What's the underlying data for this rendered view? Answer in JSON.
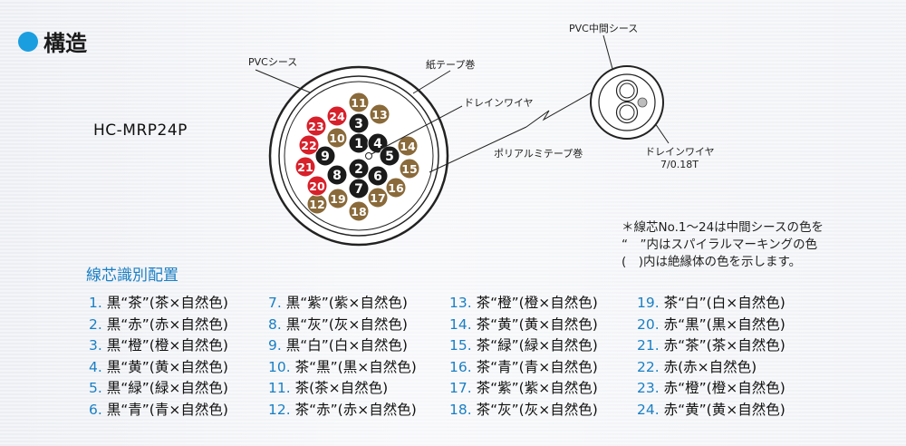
{
  "heading": "構造",
  "model": "HC-MRP24P",
  "labels": {
    "pvc_sheath": "PVCシース",
    "paper_tape": "紙テープ巻",
    "drain_wire": "ドレインワイヤ",
    "pvc_mid_sheath": "PVC中間シース",
    "poly_tape": "ポリアルミテープ巻",
    "drain_wire2": "ドレインワイヤ",
    "drain_spec": "7/0.18T"
  },
  "note": [
    "＊線芯No.1～24は中間シースの色を",
    "“　”内はスパイラルマーキングの色",
    "(　)内は絶縁体の色を示します。"
  ],
  "list_title": "線芯識別配置",
  "cores": [
    {
      "num": "1.",
      "text": "黒“茶”(茶×自然色)"
    },
    {
      "num": "2.",
      "text": "黒“赤”(赤×自然色)"
    },
    {
      "num": "3.",
      "text": "黒“橙”(橙×自然色)"
    },
    {
      "num": "4.",
      "text": "黒“黄”(黄×自然色)"
    },
    {
      "num": "5.",
      "text": "黒“緑”(緑×自然色)"
    },
    {
      "num": "6.",
      "text": "黒“青”(青×自然色)"
    },
    {
      "num": "7.",
      "text": "黒“紫”(紫×自然色)"
    },
    {
      "num": "8.",
      "text": "黒“灰”(灰×自然色)"
    },
    {
      "num": "9.",
      "text": "黒“白”(白×自然色)"
    },
    {
      "num": "10.",
      "text": "茶“黒”(黒×自然色)"
    },
    {
      "num": "11.",
      "text": "茶(茶×自然色)"
    },
    {
      "num": "12.",
      "text": "茶“赤”(赤×自然色)"
    },
    {
      "num": "13.",
      "text": "茶“橙”(橙×自然色)"
    },
    {
      "num": "14.",
      "text": "茶“黄”(黄×自然色)"
    },
    {
      "num": "15.",
      "text": "茶“緑”(緑×自然色)"
    },
    {
      "num": "16.",
      "text": "茶“青”(青×自然色)"
    },
    {
      "num": "17.",
      "text": "茶“紫”(紫×自然色)"
    },
    {
      "num": "18.",
      "text": "茶“灰”(灰×自然色)"
    },
    {
      "num": "19.",
      "text": "茶“白”(白×自然色)"
    },
    {
      "num": "20.",
      "text": "赤“黒”(黒×自然色)"
    },
    {
      "num": "21.",
      "text": "赤“茶”(茶×自然色)"
    },
    {
      "num": "22.",
      "text": "赤(赤×自然色)"
    },
    {
      "num": "23.",
      "text": "赤“橙”(橙×自然色)"
    },
    {
      "num": "24.",
      "text": "赤“黄”(黄×自然色)"
    }
  ],
  "diagram_cores": {
    "black": [
      "1",
      "2",
      "3",
      "4",
      "5",
      "6",
      "7",
      "8",
      "9"
    ],
    "brown": [
      "10",
      "11",
      "12",
      "13",
      "14",
      "15",
      "16",
      "17",
      "18",
      "19"
    ],
    "red": [
      "20",
      "21",
      "22",
      "23",
      "24"
    ]
  },
  "colors": {
    "accent": "#1a9ee0",
    "list_number": "#1a7fc4",
    "black_core": "#1b1b1b",
    "brown_core": "#8a6a3a",
    "red_core": "#d8202a"
  }
}
